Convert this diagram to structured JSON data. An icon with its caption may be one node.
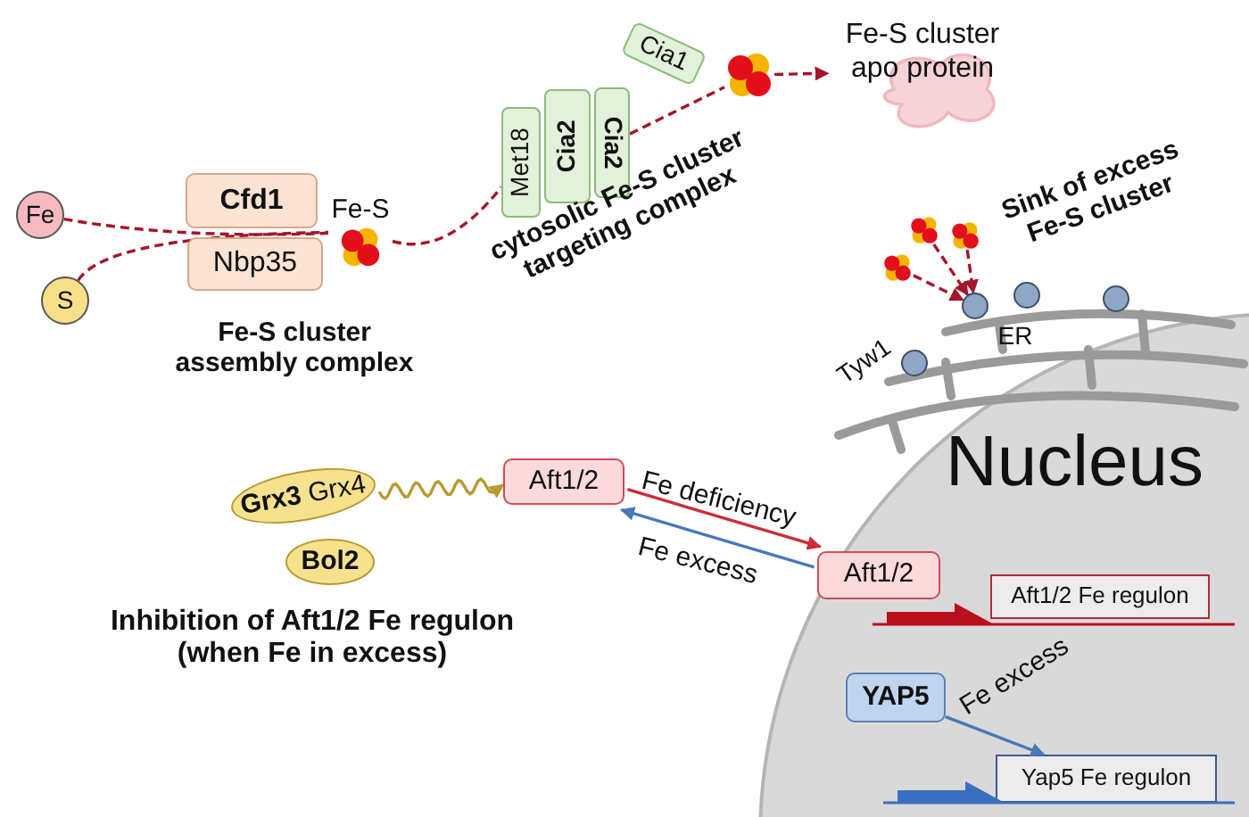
{
  "diagram": {
    "nodes": [
      {
        "text": [
          "Fe"
        ]
      },
      {
        "text": [
          "S"
        ]
      },
      {
        "text": [
          "Cfd1"
        ]
      },
      {
        "text": [
          "Nbp35"
        ]
      },
      {
        "text": [
          "Fe-S"
        ]
      },
      {
        "text": [
          "Met18"
        ]
      },
      {
        "text": [
          "Cia2"
        ]
      },
      {
        "text": [
          "Cia2"
        ]
      },
      {
        "text": [
          "Cia1"
        ]
      },
      {
        "text": [],
        "shape": "picture"
      },
      {
        "text": [
          "Fe-S cluster apo protein"
        ]
      },
      {
        "text": [
          "**Grx3** Grx4"
        ]
      },
      {
        "text": [
          "Bol2"
        ]
      },
      {
        "text": [
          "Aft1/2"
        ]
      },
      {
        "text": [
          "Nucleus"
        ]
      },
      {
        "text": [
          "Aft1/2"
        ],
        "in": 14
      },
      {
        "text": [
          "Aft1/2 Fe regulon"
        ],
        "in": 14
      },
      {
        "text": [
          "YAP5"
        ],
        "in": 14
      },
      {
        "text": [
          "Yap5 Fe regulon"
        ],
        "in": 14
      },
      {
        "text": [],
        "shape": "picture"
      },
      {
        "text": [],
        "shape": "picture"
      },
      {
        "text": [],
        "shape": "picture"
      },
      {
        "text": [],
        "shape": "circle",
        "beside": [
          "Tyw1"
        ]
      },
      {
        "text": [],
        "shape": "circle"
      },
      {
        "text": [],
        "shape": "circle"
      },
      {
        "text": [],
        "shape": "circle"
      }
    ],
    "edges": [
      {
        "from": 0,
        "to": 4,
        "arrow": "none",
        "style": "dashed"
      },
      {
        "from": 1,
        "to": 4,
        "arrow": "none",
        "style": "dashed"
      },
      {
        "from": 4,
        "to": 5,
        "arrow": "none",
        "style": "dashed"
      },
      {
        "from": 7,
        "to": 9,
        "arrow": "none",
        "style": "dashed"
      },
      {
        "from": 9,
        "to": 10,
        "arrow": "to",
        "style": "dashed"
      },
      {
        "from": 11,
        "to": 13,
        "arrow": "to",
        "color": "#b89a30"
      },
      {
        "from": 13,
        "to": 15,
        "arrow": "to",
        "label": "Fe deficiency",
        "color": "#d02a3a"
      },
      {
        "from": 15,
        "to": 13,
        "arrow": "to",
        "label": "Fe excess",
        "color": "#4a78b8"
      },
      {
        "from": 17,
        "to": 18,
        "arrow": "to",
        "label": "Fe excess",
        "color": "#4a78b8"
      },
      {
        "from": 19,
        "to": 23,
        "arrow": "to",
        "style": "dashed"
      },
      {
        "from": 20,
        "to": 23,
        "arrow": "to",
        "style": "dashed"
      },
      {
        "from": 21,
        "to": 23,
        "arrow": "to",
        "style": "dashed"
      }
    ],
    "labels": [
      "Fe-S cluster assembly complex",
      "cytosolic Fe-S cluster targeting complex",
      "Sink of excess Fe-S cluster",
      "ER",
      "Inhibition of Aft1/2 Fe regulon (when Fe in excess)"
    ]
  }
}
